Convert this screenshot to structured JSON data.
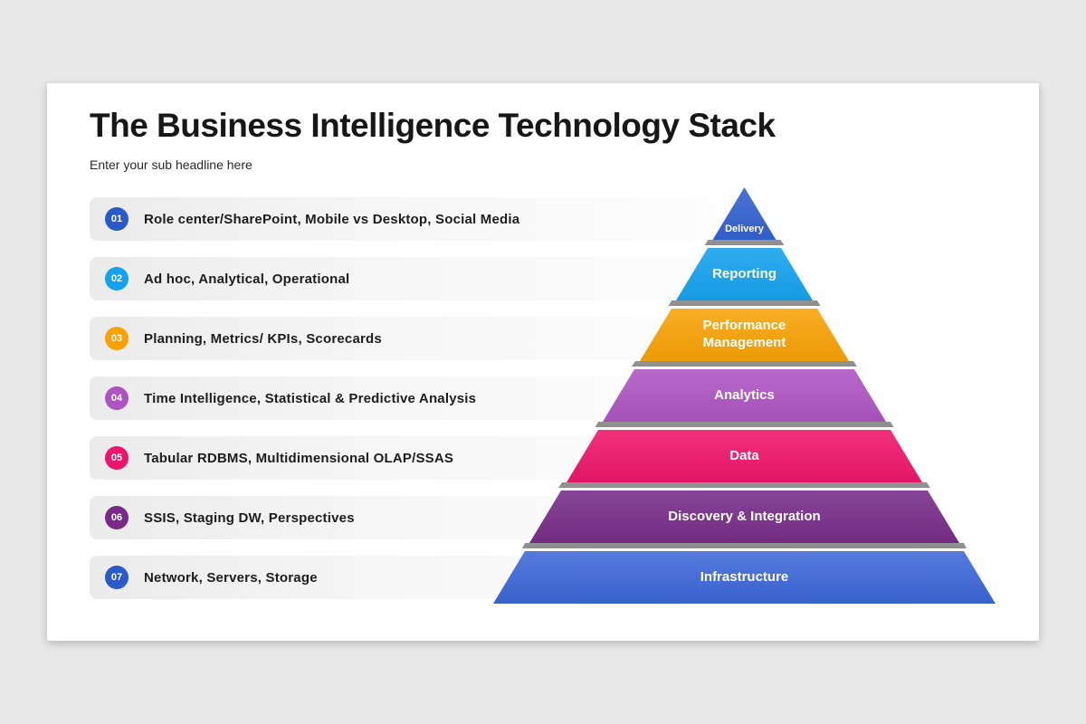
{
  "slide": {
    "title": "The Business Intelligence Technology Stack",
    "subtitle": "Enter your sub headline here"
  },
  "items": [
    {
      "num": "01",
      "text": "Role center/SharePoint, Mobile vs Desktop, Social Media",
      "color": "#2a5ac8"
    },
    {
      "num": "02",
      "text": "Ad hoc, Analytical, Operational",
      "color": "#14a2ee"
    },
    {
      "num": "03",
      "text": "Planning, Metrics/ KPIs, Scorecards",
      "color": "#f8a205"
    },
    {
      "num": "04",
      "text": "Time Intelligence, Statistical & Predictive Analysis",
      "color": "#ae54c2"
    },
    {
      "num": "05",
      "text": "Tabular RDBMS, Multidimensional OLAP/SSAS",
      "color": "#ef146b"
    },
    {
      "num": "06",
      "text": "SSIS, Staging DW, Perspectives",
      "color": "#772b87"
    },
    {
      "num": "07",
      "text": "Network, Servers, Storage",
      "color": "#2a5ac8"
    }
  ],
  "pyramid": {
    "layers": [
      {
        "label": "Delivery",
        "color": "#3261cf"
      },
      {
        "label": "Reporting",
        "color": "#14a2ee"
      },
      {
        "label": "Performance Management",
        "color": "#f8a205"
      },
      {
        "label": "Analytics",
        "color": "#ae54c2"
      },
      {
        "label": "Data",
        "color": "#ef146b"
      },
      {
        "label": "Discovery & Integration",
        "color": "#772b87"
      },
      {
        "label": "Infrastructure",
        "color": "#3d68d8"
      }
    ]
  }
}
